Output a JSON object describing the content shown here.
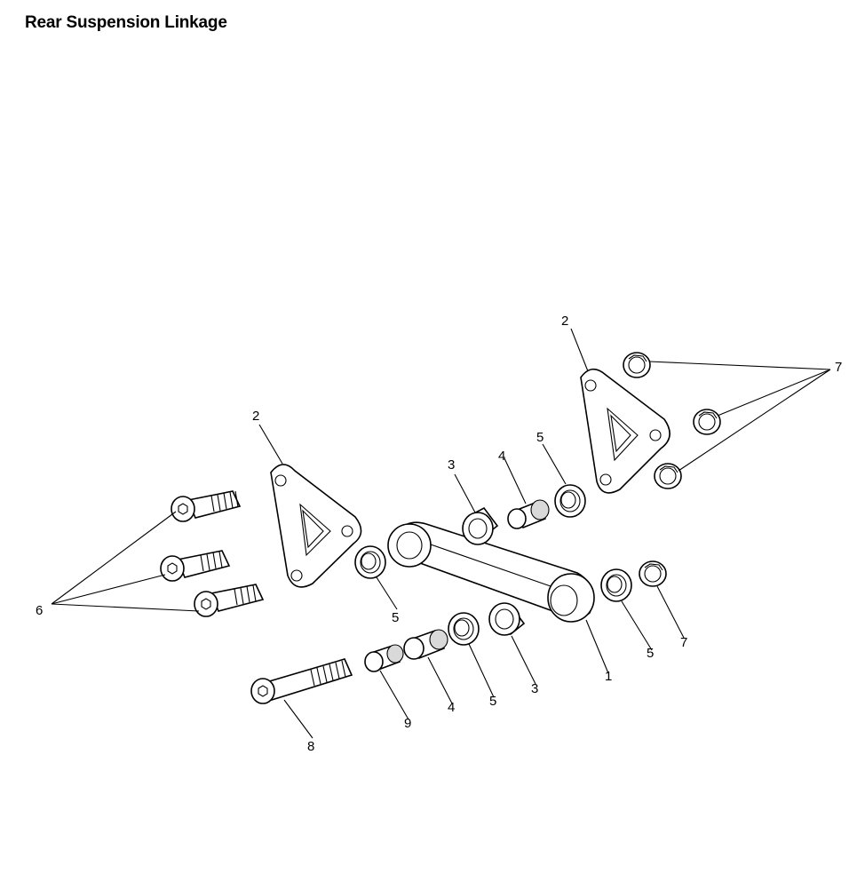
{
  "title": "Rear Suspension Linkage",
  "callouts": {
    "c1": "1",
    "c2a": "2",
    "c2b": "2",
    "c3a": "3",
    "c3b": "3",
    "c4a": "4",
    "c4b": "4",
    "c5a": "5",
    "c5b": "5",
    "c5c": "5",
    "c5d": "5",
    "c6": "6",
    "c7a": "7",
    "c7b": "7",
    "c8": "8",
    "c9": "9"
  }
}
